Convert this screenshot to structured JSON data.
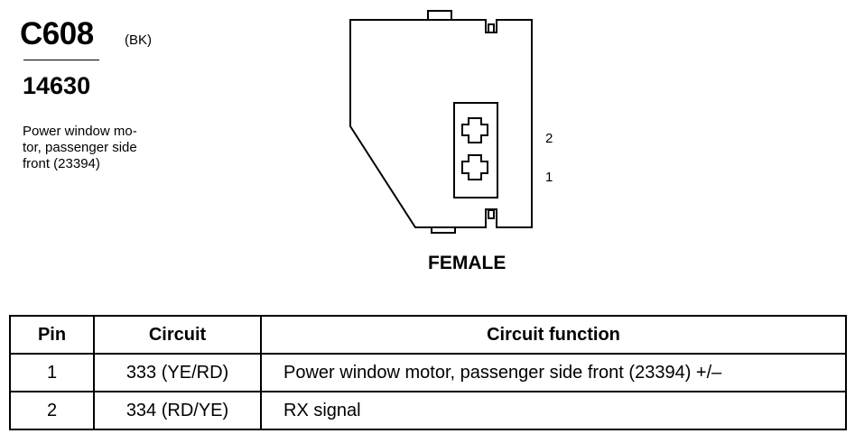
{
  "header": {
    "connector_id": "C608",
    "connector_color": "(BK)",
    "part_number": "14630",
    "description_lines": [
      "Power window mo-",
      "tor, passenger side",
      "front (23394)"
    ]
  },
  "diagram": {
    "pin_labels": {
      "pin2": "2",
      "pin1": "1"
    },
    "gender": "FEMALE"
  },
  "table": {
    "headers": {
      "pin": "Pin",
      "circuit": "Circuit",
      "function": "Circuit function"
    },
    "rows": [
      {
        "pin": "1",
        "circuit": "333 (YE/RD)",
        "function": "Power window motor, passenger side front (23394) +/–"
      },
      {
        "pin": "2",
        "circuit": "334 (RD/YE)",
        "function": "RX signal"
      }
    ]
  }
}
